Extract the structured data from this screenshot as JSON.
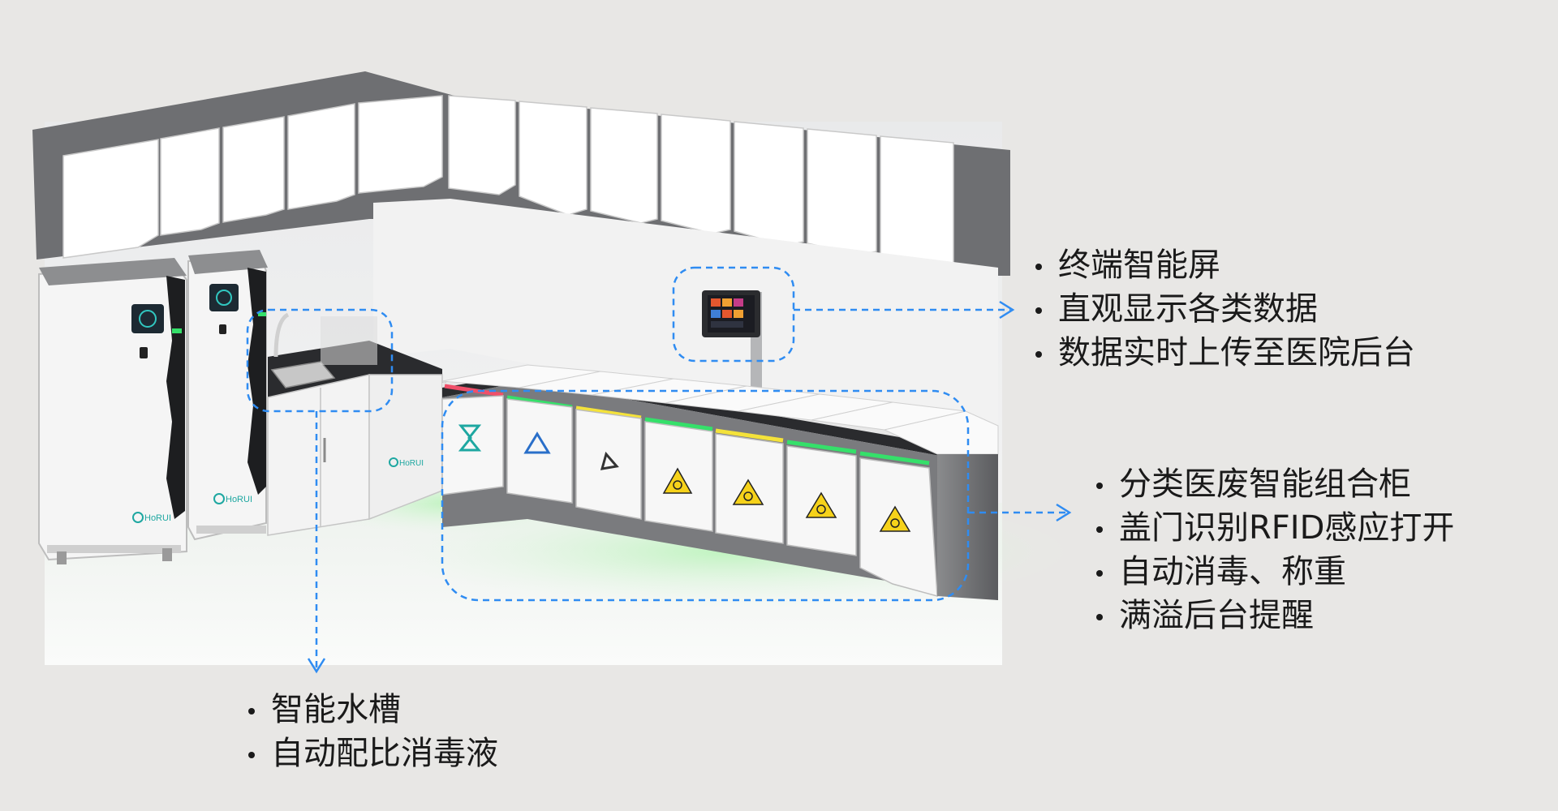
{
  "callouts": {
    "screen": {
      "lines": [
        "终端智能屏",
        "直观显示各类数据",
        "数据实时上传至医院后台"
      ]
    },
    "cabinet": {
      "lines": [
        "分类医废智能组合柜",
        "盖门识别RFID感应打开",
        "自动消毒、称重",
        "满溢后台提醒"
      ]
    },
    "sink": {
      "lines": [
        "智能水槽",
        "自动配比消毒液"
      ]
    }
  },
  "brand_labels": {
    "tower_logo": "HoRUI",
    "cabinet_logo": "HoRUI"
  },
  "colors": {
    "background": "#e8e7e5",
    "callout_line": "#2f8cf2",
    "cabinet_white": "#f7f7f7",
    "frame_grey": "#6f7073",
    "countertop": "#2a2b2e",
    "led_green": "#35e06a",
    "led_yellow": "#f4e23a",
    "led_red": "#f0506a",
    "hazard_yellow": "#f6d21a",
    "teal_accent": "#1ea7a1"
  }
}
